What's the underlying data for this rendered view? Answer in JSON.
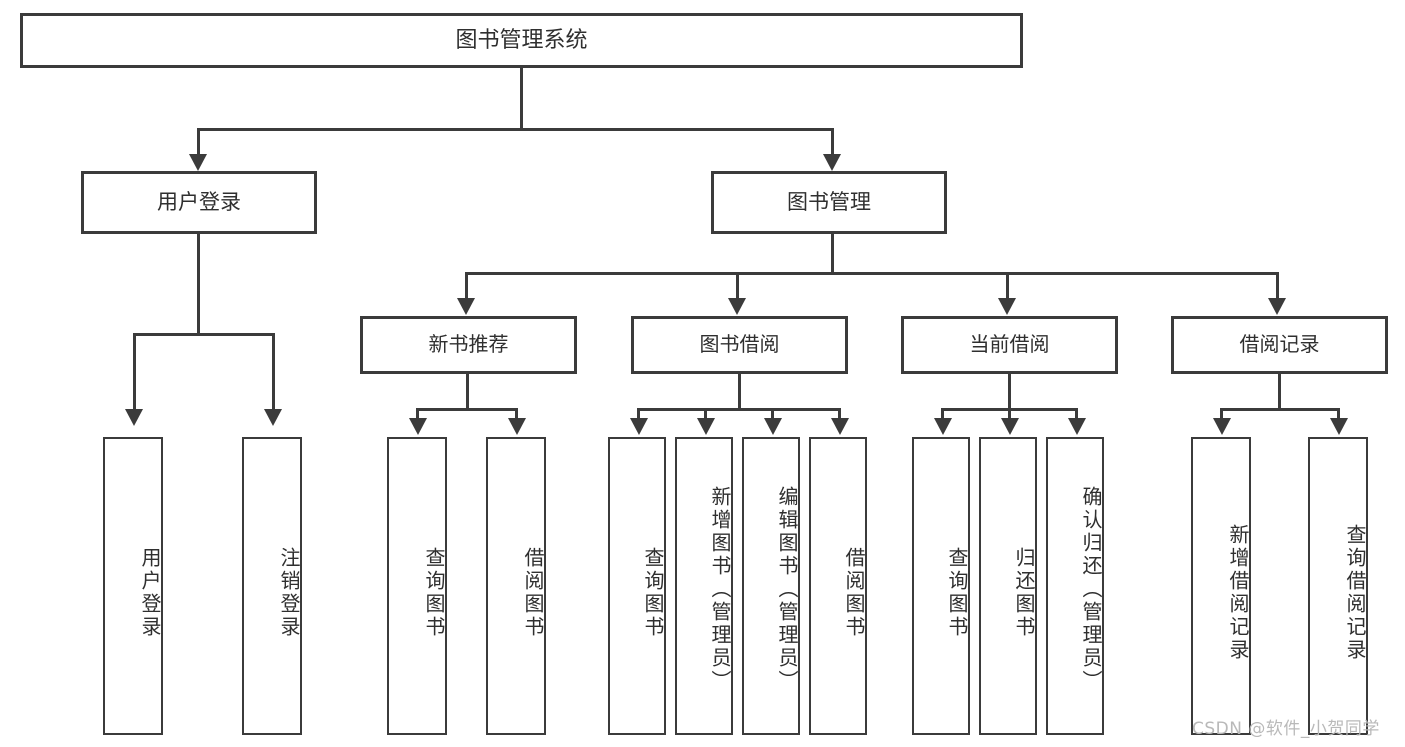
{
  "diagram": {
    "title": "图书管理系统",
    "type": "tree-hierarchy-diagram",
    "root": {
      "label": "图书管理系统"
    },
    "level2": [
      {
        "label": "用户登录"
      },
      {
        "label": "图书管理"
      }
    ],
    "level3": [
      {
        "label": "新书推荐"
      },
      {
        "label": "图书借阅"
      },
      {
        "label": "当前借阅"
      },
      {
        "label": "借阅记录"
      }
    ],
    "leaves": {
      "user_login": [
        {
          "label": "用户登录"
        },
        {
          "label": "注销登录"
        }
      ],
      "new_book_recommend": [
        {
          "label": "查询图书"
        },
        {
          "label": "借阅图书"
        }
      ],
      "book_borrow": [
        {
          "label": "查询图书"
        },
        {
          "label": "新增图书（管理员）"
        },
        {
          "label": "编辑图书（管理员）"
        },
        {
          "label": "借阅图书"
        }
      ],
      "current_borrow": [
        {
          "label": "查询图书"
        },
        {
          "label": "归还图书"
        },
        {
          "label": "确认归还（管理员）"
        }
      ],
      "borrow_record": [
        {
          "label": "新增借阅记录"
        },
        {
          "label": "查询借阅记录"
        }
      ]
    }
  },
  "watermark": {
    "text": "CSDN @软件_小贺同学"
  },
  "colors": {
    "stroke": "#3b3b3b",
    "text": "#2f2f2f",
    "background": "#ffffff",
    "watermark": "#b9b9b9"
  }
}
